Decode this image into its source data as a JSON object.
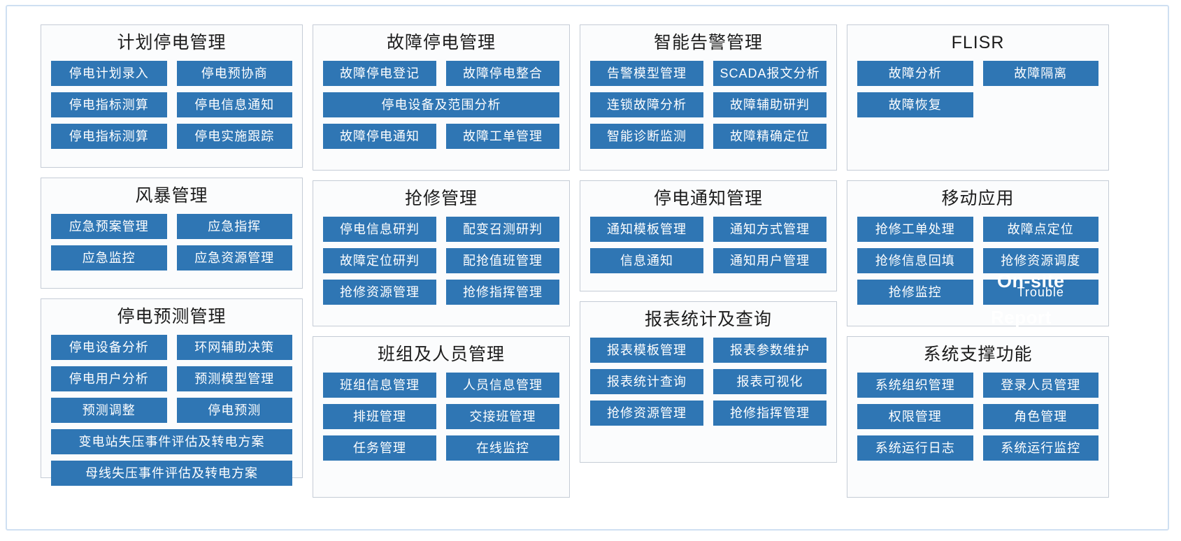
{
  "theme": {
    "button_fill": "#2f76b4",
    "button_text": "#ffffff",
    "panel_border": "#c5ccd6",
    "panel_background": "#fbfcfd",
    "frame_border": "#cfe0f2",
    "title_text": "#1c1c1c"
  },
  "overlays": {
    "on_site": "On-site",
    "trouble": "Trouble",
    "report": "Report"
  },
  "panels": {
    "planned_outage": {
      "title": "计划停电管理",
      "rows": [
        [
          "停电计划录入",
          "停电预协商"
        ],
        [
          "停电指标测算",
          "停电信息通知"
        ],
        [
          "停电指标测算",
          "停电实施跟踪"
        ]
      ]
    },
    "fault_outage": {
      "title": "故障停电管理",
      "rows": [
        [
          "故障停电登记",
          "故障停电整合"
        ],
        [
          "停电设备及范围分析"
        ],
        [
          "故障停电通知",
          "故障工单管理"
        ]
      ]
    },
    "smart_alarm": {
      "title": "智能告警管理",
      "rows": [
        [
          "告警模型管理",
          "SCADA报文分析"
        ],
        [
          "连锁故障分析",
          "故障辅助研判"
        ],
        [
          "智能诊断监测",
          "故障精确定位"
        ]
      ]
    },
    "flisr": {
      "title": "FLISR",
      "rows": [
        [
          "故障分析",
          "故障隔离"
        ],
        [
          "故障恢复"
        ]
      ]
    },
    "storm": {
      "title": "风暴管理",
      "rows": [
        [
          "应急预案管理",
          "应急指挥"
        ],
        [
          "应急监控",
          "应急资源管理"
        ]
      ]
    },
    "repair": {
      "title": "抢修管理",
      "rows": [
        [
          "停电信息研判",
          "配变召测研判"
        ],
        [
          "故障定位研判",
          "配抢值班管理"
        ],
        [
          "抢修资源管理",
          "抢修指挥管理"
        ]
      ]
    },
    "outage_notice": {
      "title": "停电通知管理",
      "rows": [
        [
          "通知模板管理",
          "通知方式管理"
        ],
        [
          "信息通知",
          "通知用户管理"
        ]
      ]
    },
    "mobile_app": {
      "title": "移动应用",
      "rows": [
        [
          "抢修工单处理",
          "故障点定位"
        ],
        [
          "抢修信息回填",
          "抢修资源调度"
        ],
        [
          "抢修监控",
          "Trouble"
        ]
      ]
    },
    "outage_forecast": {
      "title": "停电预测管理",
      "rows": [
        [
          "停电设备分析",
          "环网辅助决策"
        ],
        [
          "停电用户分析",
          "预测模型管理"
        ],
        [
          "预测调整",
          "停电预测"
        ],
        [
          "变电站失压事件评估及转电方案"
        ],
        [
          "母线失压事件评估及转电方案"
        ]
      ]
    },
    "team_personnel": {
      "title": "班组及人员管理",
      "rows": [
        [
          "班组信息管理",
          "人员信息管理"
        ],
        [
          "排班管理",
          "交接班管理"
        ],
        [
          "任务管理",
          "在线监控"
        ]
      ]
    },
    "report_query": {
      "title": "报表统计及查询",
      "rows": [
        [
          "报表模板管理",
          "报表参数维护"
        ],
        [
          "报表统计查询",
          "报表可视化"
        ],
        [
          "抢修资源管理",
          "抢修指挥管理"
        ]
      ]
    },
    "system_support": {
      "title": "系统支撑功能",
      "rows": [
        [
          "系统组织管理",
          "登录人员管理"
        ],
        [
          "权限管理",
          "角色管理"
        ],
        [
          "系统运行日志",
          "系统运行监控"
        ]
      ]
    }
  }
}
